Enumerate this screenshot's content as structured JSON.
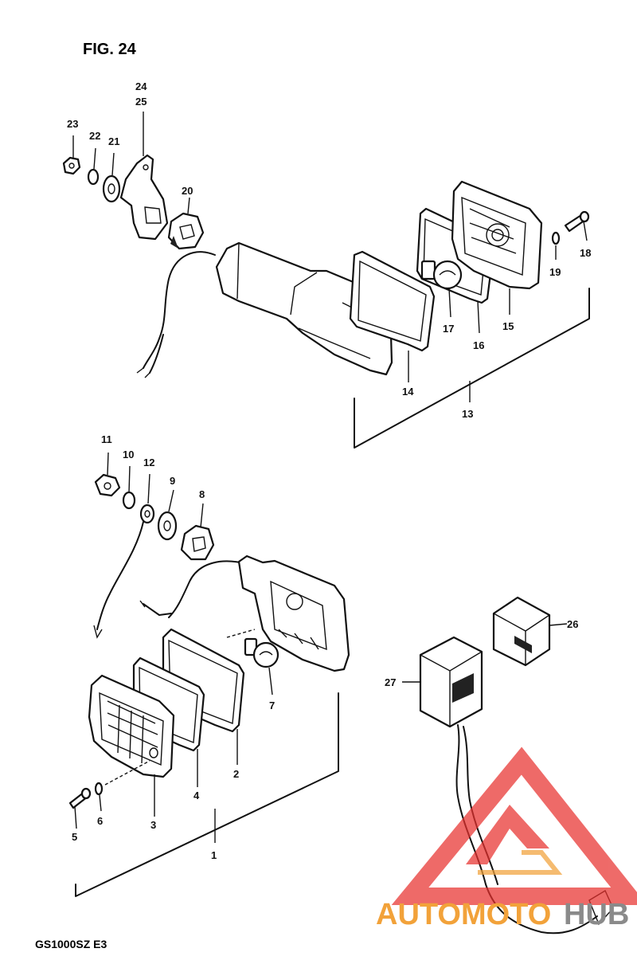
{
  "figure": {
    "title": "FIG. 24",
    "model": "GS1000SZ E3"
  },
  "watermark": {
    "text_part1": "AUTOMOTO",
    "text_part2": "HUB",
    "color_red": "#e8322f",
    "color_orange": "#f2a23a",
    "color_gray": "#8a8a8a"
  },
  "parts": [
    {
      "id": "1",
      "label": "1"
    },
    {
      "id": "2",
      "label": "2"
    },
    {
      "id": "3",
      "label": "3"
    },
    {
      "id": "4",
      "label": "4"
    },
    {
      "id": "5",
      "label": "5"
    },
    {
      "id": "6",
      "label": "6"
    },
    {
      "id": "7",
      "label": "7"
    },
    {
      "id": "8",
      "label": "8"
    },
    {
      "id": "9",
      "label": "9"
    },
    {
      "id": "10",
      "label": "10"
    },
    {
      "id": "11",
      "label": "11"
    },
    {
      "id": "12",
      "label": "12"
    },
    {
      "id": "13",
      "label": "13"
    },
    {
      "id": "14",
      "label": "14"
    },
    {
      "id": "15",
      "label": "15"
    },
    {
      "id": "16",
      "label": "16"
    },
    {
      "id": "17",
      "label": "17"
    },
    {
      "id": "18",
      "label": "18"
    },
    {
      "id": "19",
      "label": "19"
    },
    {
      "id": "20",
      "label": "20"
    },
    {
      "id": "21",
      "label": "21"
    },
    {
      "id": "22",
      "label": "22"
    },
    {
      "id": "23",
      "label": "23"
    },
    {
      "id": "24",
      "label": "24"
    },
    {
      "id": "25",
      "label": "25"
    },
    {
      "id": "26",
      "label": "26"
    },
    {
      "id": "27",
      "label": "27"
    }
  ]
}
